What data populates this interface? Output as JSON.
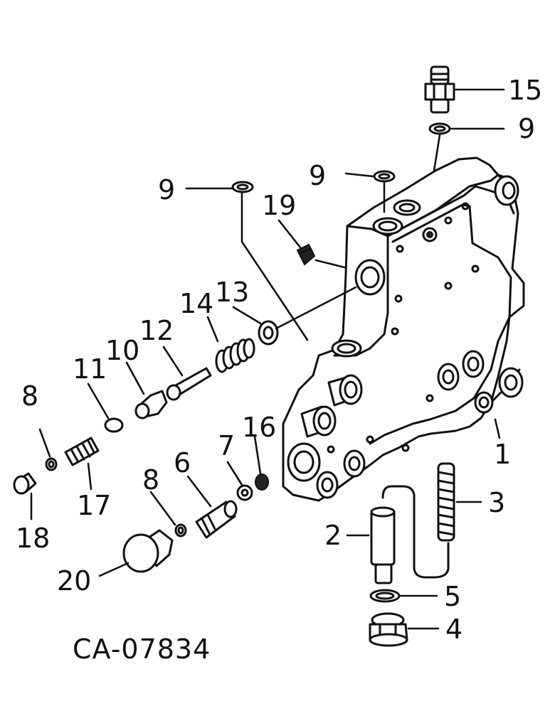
{
  "callouts": {
    "c1": "1",
    "c2": "2",
    "c3": "3",
    "c4": "4",
    "c5": "5",
    "c6": "6",
    "c7": "7",
    "c8a": "8",
    "c8b": "8",
    "c9a": "9",
    "c9b": "9",
    "c9c": "9",
    "c10": "10",
    "c11": "11",
    "c12": "12",
    "c13": "13",
    "c14": "14",
    "c15": "15",
    "c16": "16",
    "c17": "17",
    "c18": "18",
    "c19": "19",
    "c20": "20"
  },
  "caption": "CA-07834"
}
